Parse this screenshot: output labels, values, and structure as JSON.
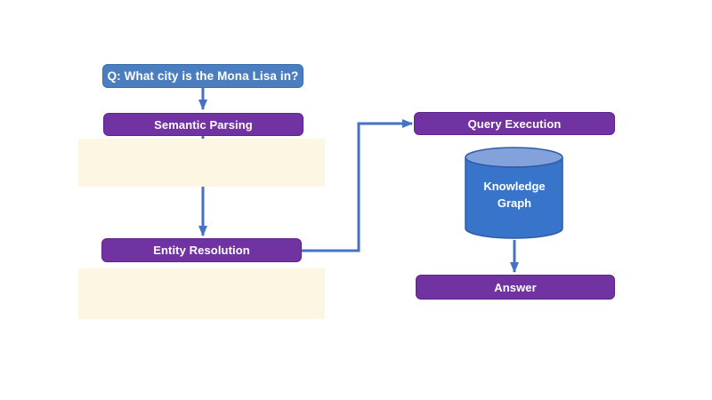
{
  "diagram": {
    "description": "Knowledge graph question answering pipeline flowchart",
    "nodes": {
      "question": {
        "label": "Q: What city is the Mona Lisa in?"
      },
      "semantic_parsing": {
        "label": "Semantic Parsing"
      },
      "entity_resolution": {
        "label": "Entity Resolution"
      },
      "query_execution": {
        "label": "Query Execution"
      },
      "knowledge_graph": {
        "label": "Knowledge Graph"
      },
      "answer": {
        "label": "Answer"
      }
    },
    "edges": [
      {
        "from": "question",
        "to": "semantic_parsing"
      },
      {
        "from": "semantic_parsing",
        "to": "entity_resolution"
      },
      {
        "from": "entity_resolution",
        "to": "query_execution"
      },
      {
        "from": "knowledge_graph",
        "to": "answer"
      }
    ],
    "colors": {
      "question_fill": "#4A7EBE",
      "question_border": "#3E6FB1",
      "process_fill": "#7233A2",
      "process_border": "#5E2489",
      "arrow": "#4472C4",
      "highlight_fill": "#FCF6E3",
      "cylinder_body": "#3875CA",
      "cylinder_top": "#83A1DA",
      "cylinder_border": "#2E5CA6",
      "text": "#FFFFFF",
      "background": "#FFFFFF"
    }
  }
}
